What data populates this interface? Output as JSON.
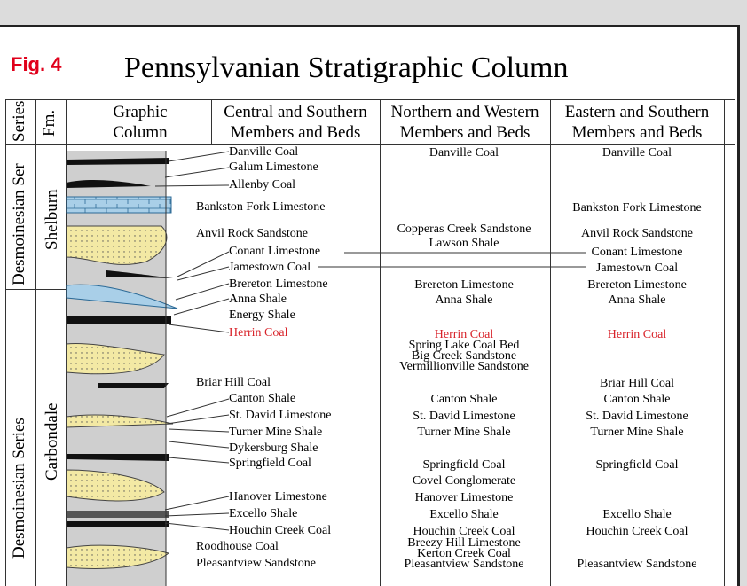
{
  "figure": {
    "tag": "Fig. 4",
    "title": "Pennsylvanian Stratigraphic Column"
  },
  "headers": {
    "series": "Series",
    "fm": "Fm.",
    "graphic_line1": "Graphic",
    "graphic_line2": "Column",
    "central_line1": "Central and Southern",
    "central_line2": "Members and Beds",
    "northern_line1": "Northern and Western",
    "northern_line2": "Members and Beds",
    "eastern_line1": "Eastern and Southern",
    "eastern_line2": "Members and Beds"
  },
  "series_labels": [
    "Desmoinesian Ser",
    "Desmoinesian Series"
  ],
  "formation_labels": [
    "Shelburn",
    "Carbondale"
  ],
  "central_members": [
    "Danville Coal",
    "Galum Limestone",
    "Allenby Coal",
    "Bankston Fork Limestone",
    "Anvil Rock Sandstone",
    "Conant Limestone",
    "Jamestown Coal",
    "Brereton Limestone",
    "Anna Shale",
    "Energy Shale",
    "Herrin Coal",
    "Briar Hill Coal",
    "Canton Shale",
    "St. David Limestone",
    "Turner Mine Shale",
    "Dykersburg Shale",
    "Springfield Coal",
    "Hanover Limestone",
    "Excello Shale",
    "Houchin Creek Coal",
    "Roodhouse Coal",
    "Pleasantview Sandstone"
  ],
  "northern_members": [
    "Danville Coal",
    "Copperas Creek Sandstone",
    "Lawson Shale",
    "Brereton Limestone",
    "Anna Shale",
    "Herrin Coal",
    "Spring Lake Coal Bed",
    "Big Creek Sandstone",
    "Vermillionville Sandstone",
    "Canton Shale",
    "St. David Limestone",
    "Turner Mine Shale",
    "Springfield Coal",
    "Covel Conglomerate",
    "Hanover Limestone",
    "Excello Shale",
    "Houchin Creek Coal",
    "Breezy Hill Limestone",
    "Kerton Creek Coal",
    "Pleasantview Sandstone"
  ],
  "eastern_members": [
    "Danville Coal",
    "Bankston Fork Limestone",
    "Anvil Rock Sandstone",
    "Conant Limestone",
    "Jamestown Coal",
    "Brereton Limestone",
    "Anna Shale",
    "Herrin Coal",
    "Briar Hill Coal",
    "Canton Shale",
    "St. David Limestone",
    "Turner Mine Shale",
    "Springfield Coal",
    "Excello Shale",
    "Houchin Creek Coal",
    "Pleasantview Sandstone"
  ],
  "colors": {
    "highlight": "#d8232a",
    "limestone": "#a9cfe8",
    "sandstone": "#f3e9a4",
    "shale": "#cfcfcf",
    "coal": "#111111"
  }
}
